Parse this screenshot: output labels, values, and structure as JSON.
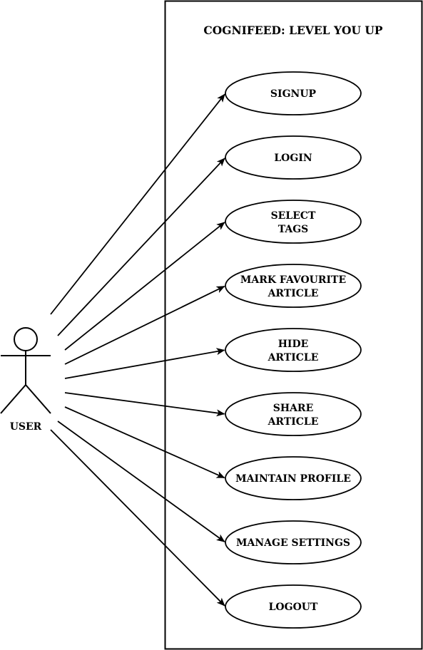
{
  "system": {
    "title": "COGNIFEED: LEVEL YOU UP"
  },
  "actor": {
    "label": "USER"
  },
  "use_cases": [
    {
      "lines": [
        "SIGNUP"
      ]
    },
    {
      "lines": [
        "LOGIN"
      ]
    },
    {
      "lines": [
        "SELECT",
        "TAGS"
      ]
    },
    {
      "lines": [
        "MARK FAVOURITE",
        "ARTICLE"
      ]
    },
    {
      "lines": [
        "HIDE",
        "ARTICLE"
      ]
    },
    {
      "lines": [
        "SHARE",
        "ARTICLE"
      ]
    },
    {
      "lines": [
        "MAINTAIN PROFILE"
      ]
    },
    {
      "lines": [
        "MANAGE SETTINGS"
      ]
    },
    {
      "lines": [
        "LOGOUT"
      ]
    }
  ],
  "colors": {
    "stroke": "#000000",
    "background": "#ffffff"
  }
}
